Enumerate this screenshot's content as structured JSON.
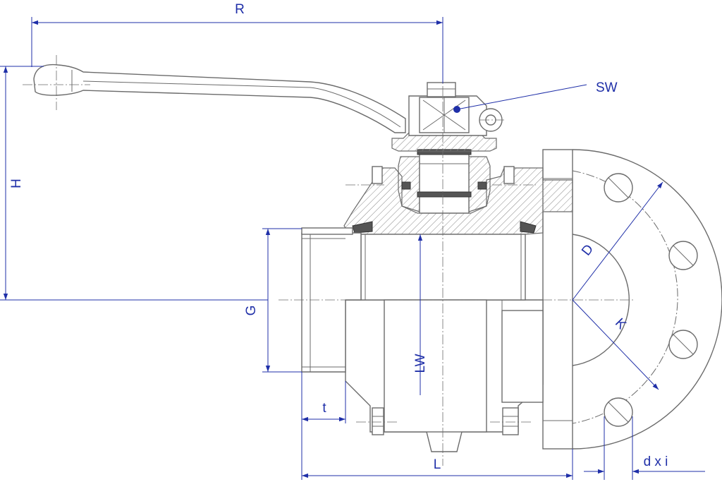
{
  "labels": {
    "R": "R",
    "SW": "SW",
    "H": "H",
    "G": "G",
    "LW": "LW",
    "D": "D",
    "K": "K",
    "t": "t",
    "L": "L",
    "dxi": "d x i"
  },
  "colors": {
    "dimension": "#1f2fa8",
    "part_outline": "#6b6b6b",
    "background": "#ffffff"
  }
}
